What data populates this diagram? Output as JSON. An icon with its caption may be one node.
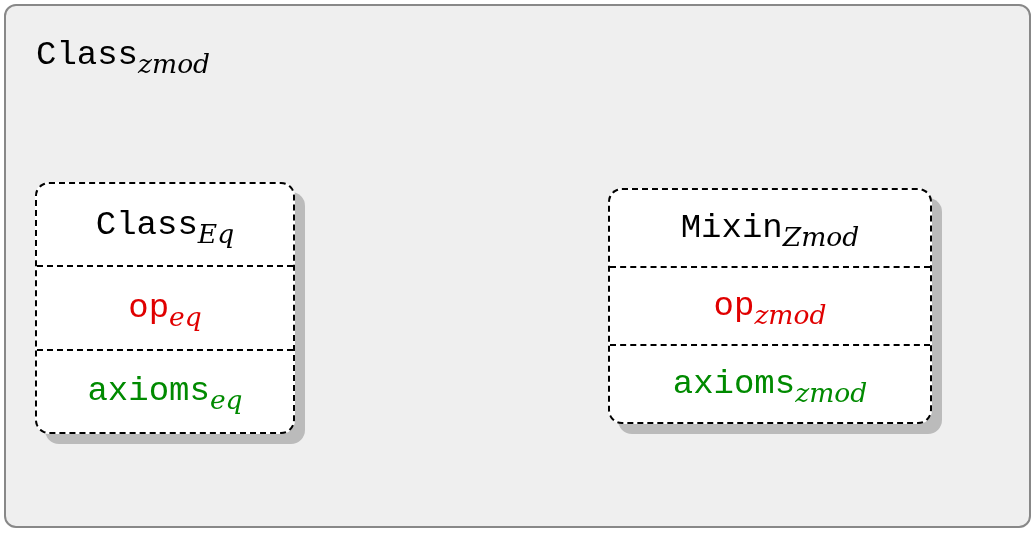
{
  "diagram": {
    "nodes": [
      {
        "text": [
          "Class$_{zmod}$"
        ]
      },
      {
        "text": [
          "Class$_{Eq}$",
          "op$_{eq}$",
          "axioms$_{eq}$"
        ],
        "in": 0
      },
      {
        "text": [
          "Mixin$_{Zmod}$",
          "op$_{zmod}$",
          "axioms$_{zmod}$"
        ],
        "in": 0
      }
    ]
  }
}
